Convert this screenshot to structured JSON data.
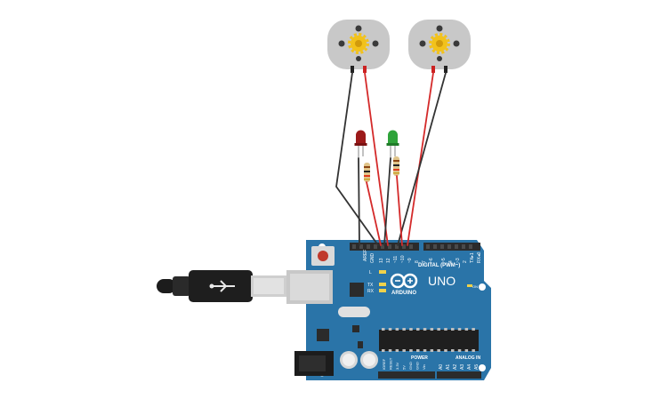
{
  "board": {
    "name": "UNO",
    "brand": "ARDUINO",
    "digital_label": "DIGITAL (PWM~)",
    "analog_label": "ANALOG IN",
    "power_label": "POWER",
    "on_label": "ON",
    "led_l": "L",
    "led_tx": "TX",
    "led_rx": "RX",
    "aref": "AREF",
    "gnd": "GND",
    "top_pins": [
      "13",
      "12",
      "~11",
      "~10",
      "~9",
      "8",
      "7",
      "~6",
      "~5",
      "4",
      "~3",
      "2",
      "TX▸1",
      "RX◂0"
    ],
    "power_pins": [
      "IOREF",
      "RESET",
      "3.3V",
      "5V",
      "GND",
      "GND",
      "Vin"
    ],
    "analog_pins": [
      "A0",
      "A1",
      "A2",
      "A3",
      "A4",
      "A5"
    ],
    "color": "#2a74a8"
  },
  "components": {
    "motor_1": "dc-motor",
    "motor_2": "dc-motor",
    "led_red": "#b01e1e",
    "led_green": "#2fa33a",
    "wire_red": "#d42a2a",
    "wire_black": "#333333"
  }
}
